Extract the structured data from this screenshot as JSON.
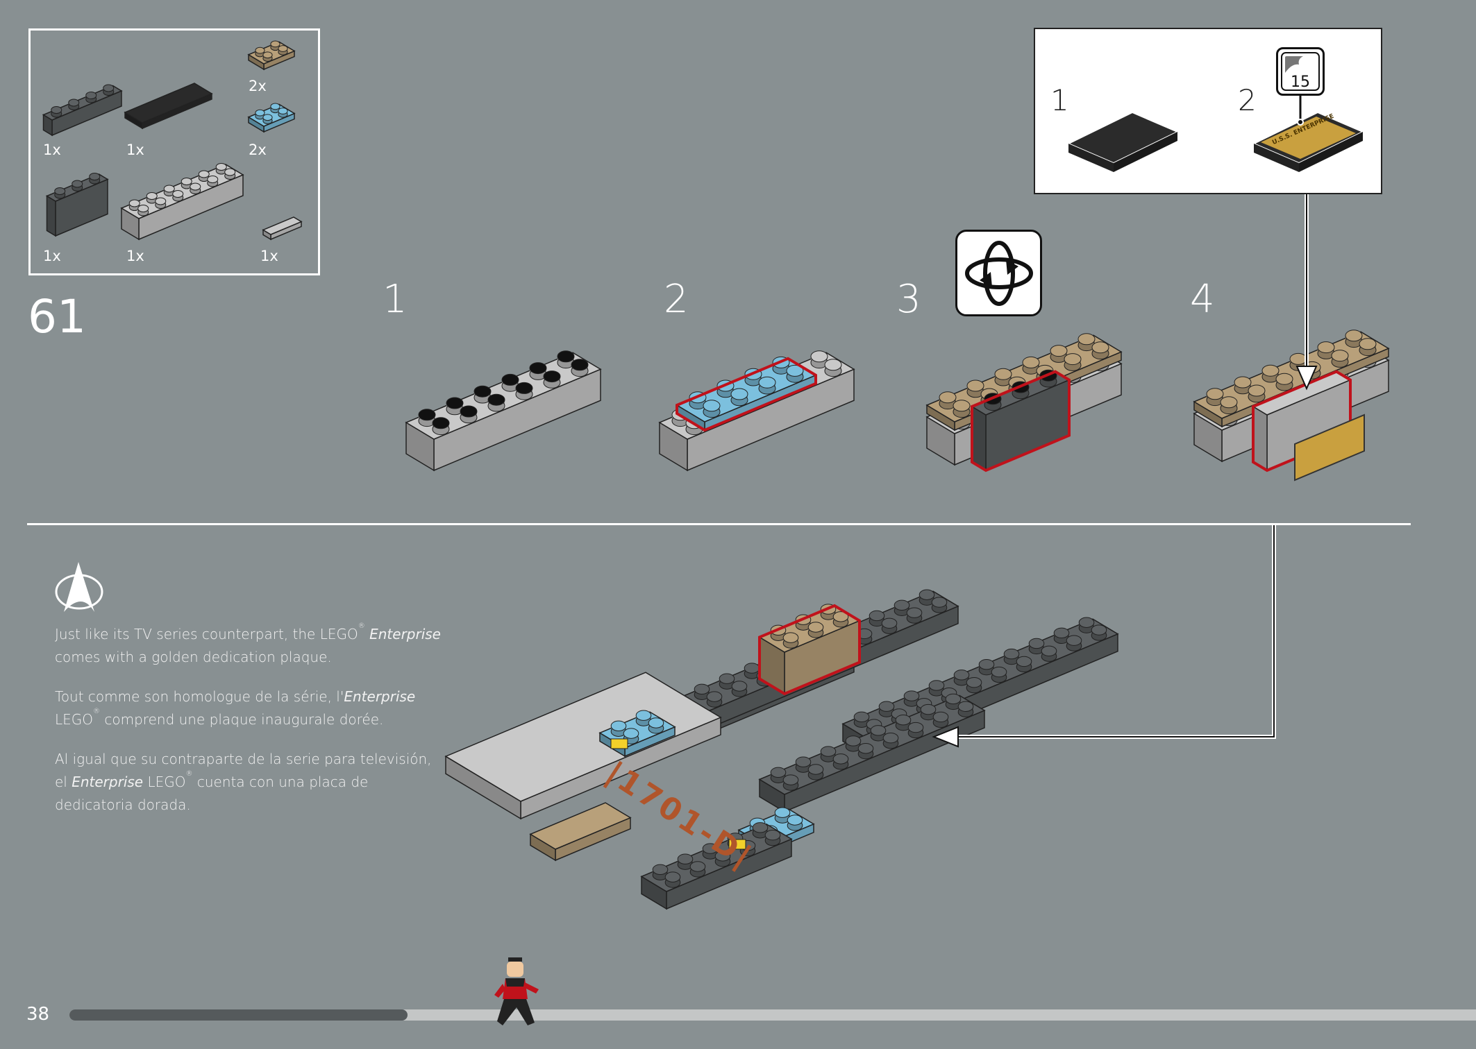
{
  "page_number": "38",
  "step_number": "61",
  "parts_list": [
    {
      "part": "dark-gray-brick-1x4",
      "qty": "1x"
    },
    {
      "part": "black-tile-2x4",
      "qty": "1x"
    },
    {
      "part": "tan-corner-plate",
      "qty": "2x"
    },
    {
      "part": "blue-plate-2x2",
      "qty": "2x"
    },
    {
      "part": "dark-gray-bracket-2x4",
      "qty": "1x"
    },
    {
      "part": "light-gray-brick-2x6",
      "qty": "1x"
    },
    {
      "part": "light-gray-tile-1x2",
      "qty": "1x"
    }
  ],
  "substeps": [
    "1",
    "2",
    "3",
    "4"
  ],
  "callout": {
    "steps": [
      "1",
      "2"
    ],
    "sticker_number": "15",
    "plaque_text": "U.S.S. ENTERPRISE"
  },
  "model_decal": "|1701-D|",
  "info": {
    "icon": "starfleet-delta-icon",
    "en": {
      "a": "Just like its TV series counterpart, the LEGO",
      "reg": "®",
      "b": " ",
      "it": "Enterprise",
      "c": " comes with a golden dedication plaque."
    },
    "fr": {
      "a": "Tout comme son homologue de la série, l'",
      "it": "Enterprise",
      "b": " LEGO",
      "reg": "®",
      "c": " comprend une plaque inaugurale dorée."
    },
    "es": {
      "a": "Al igual que su contraparte de la serie para televisión, el ",
      "it": "Enterprise",
      "b": " LEGO",
      "reg": "®",
      "c": " cuenta con una placa de dedicatoria dorada."
    }
  },
  "progress": {
    "fraction": 0.24
  },
  "colors": {
    "background": "#889092",
    "highlight": "#c0121b",
    "dark_gray": "#5d6163",
    "light_gray": "#c9c9c9",
    "tan": "#b8a07a",
    "blue": "#7cc0de",
    "black": "#2a2a2a",
    "yellow": "#f3d12a"
  }
}
